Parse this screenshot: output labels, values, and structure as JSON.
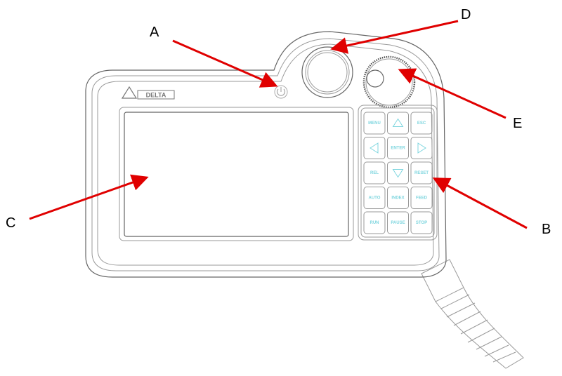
{
  "callouts": {
    "A": "A",
    "B": "B",
    "C": "C",
    "D": "D",
    "E": "E"
  },
  "logo": {
    "text": "DELTA"
  },
  "keypad": {
    "rows": [
      [
        "MENU",
        "up-arrow",
        "ESC"
      ],
      [
        "left-arrow",
        "ENTER",
        "right-arrow"
      ],
      [
        "REL",
        "down-arrow",
        "RESET"
      ],
      [
        "AUTO",
        "INDEX",
        "FEED"
      ],
      [
        "RUN",
        "PAUSE",
        "STOP"
      ]
    ]
  },
  "colors": {
    "arrow": "#e00000",
    "key_text": "#7fd6df",
    "outline": "#9a9a9a"
  }
}
